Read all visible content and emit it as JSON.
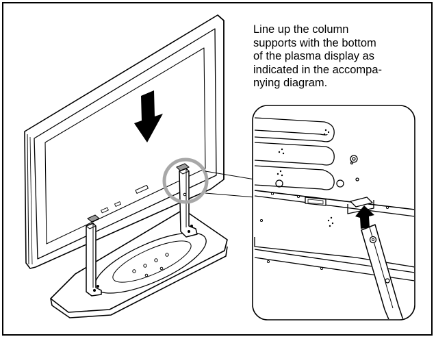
{
  "instruction": {
    "text": "Line up the column\nsupports with the bottom\nof the plasma display as\nindicated in the accompa-\nnying diagram."
  },
  "diagram": {
    "main_illustration": "plasma-display-on-stand",
    "detail_callout": "bottom-mount-detail",
    "arrow_direction": "down",
    "callout_arrow_direction": "up",
    "highlight_ring_color": "#a8a8a8",
    "line_color": "#000000",
    "screen_fill": "#ffffff",
    "tab_fill": "#9a9a9a"
  }
}
